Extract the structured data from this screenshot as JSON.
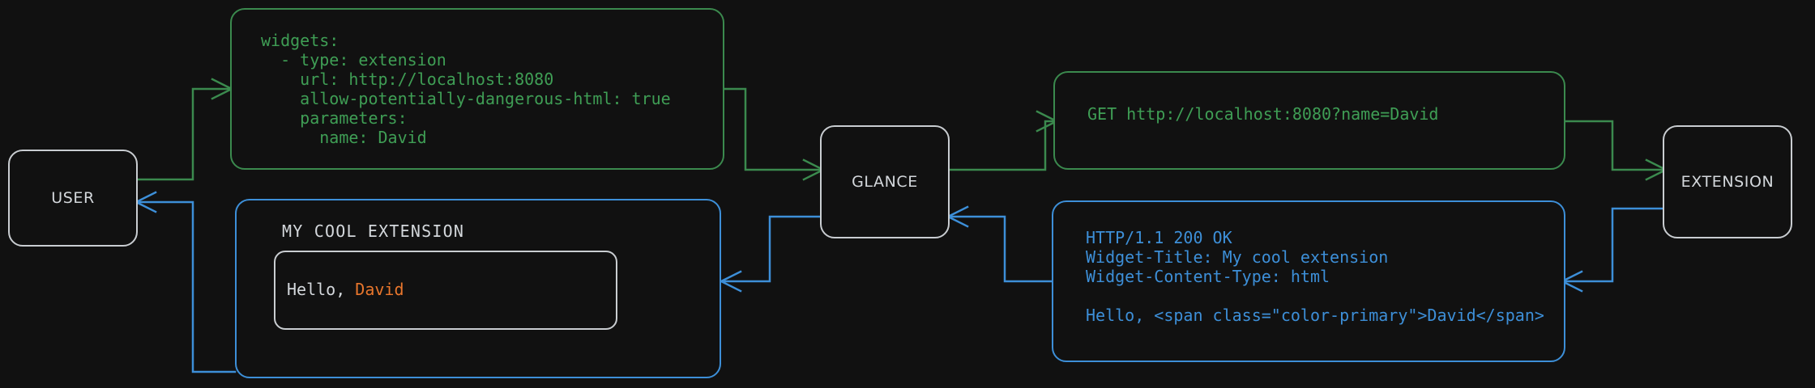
{
  "diagram": {
    "background_color": "#111111",
    "request_color": "#3f9e55",
    "response_color": "#3d8fd8",
    "neutral_color": "#c9cdd1",
    "accent_color": "#e8762c"
  },
  "nodes": {
    "user": {
      "label": "USER"
    },
    "glance": {
      "label": "GLANCE"
    },
    "extension": {
      "label": "EXTENSION"
    }
  },
  "config_block": {
    "lines": [
      "widgets:",
      "  - type: extension",
      "    url: http://localhost:8080",
      "    allow-potentially-dangerous-html: true",
      "    parameters:",
      "      name: David"
    ],
    "text": "widgets:\n  - type: extension\n    url: http://localhost:8080\n    allow-potentially-dangerous-html: true\n    parameters:\n      name: David"
  },
  "request_block": {
    "lines": [
      "GET http://localhost:8080?name=David"
    ],
    "text": "GET http://localhost:8080?name=David"
  },
  "response_block": {
    "lines": [
      "HTTP/1.1 200 OK",
      "Widget-Title: My cool extension",
      "Widget-Content-Type: html",
      "",
      "Hello, <span class=\"color-primary\">David</span>"
    ],
    "text": "HTTP/1.1 200 OK\nWidget-Title: My cool extension\nWidget-Content-Type: html\n\nHello, <span class=\"color-primary\">David</span>"
  },
  "rendered_widget": {
    "title": "MY COOL EXTENSION",
    "greeting_prefix": "Hello, ",
    "greeting_name": "David"
  }
}
